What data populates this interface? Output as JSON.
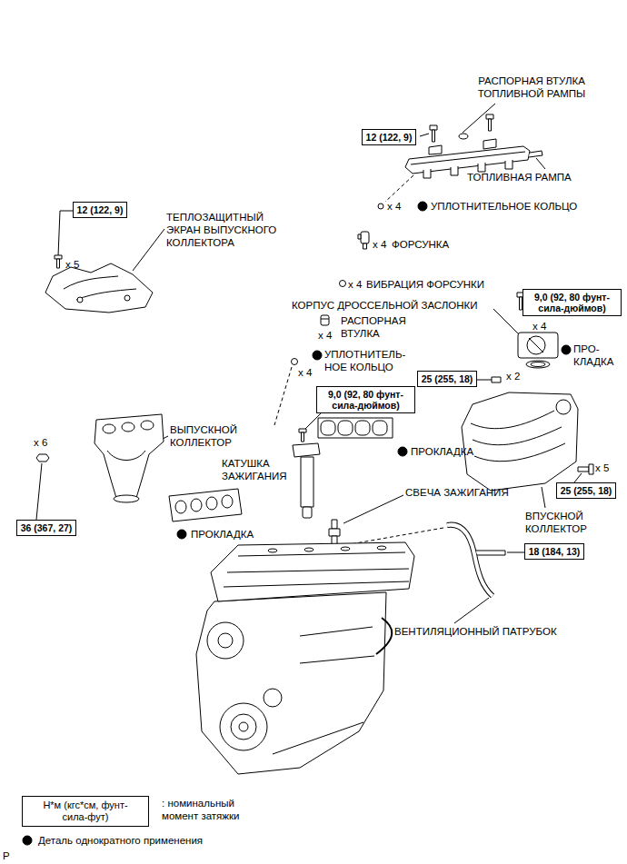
{
  "diagram": {
    "nodes": [
      {
        "text": [
          "12 (122, 9)"
        ]
      },
      {
        "text": [
          "12 (122, 9)"
        ]
      },
      {
        "text": [
          "9,0 (92, 80 фунт- сила-дюймов)"
        ]
      },
      {
        "text": [
          "25 (255, 18)"
        ]
      },
      {
        "text": [
          "9,0 (92, 80 фунт- сила-дюймов)"
        ]
      },
      {
        "text": [
          "36 (367, 27)"
        ]
      },
      {
        "text": [
          "25 (255, 18)"
        ]
      },
      {
        "text": [
          "18 (184, 13)"
        ]
      },
      {
        "text": [
          "Н*м (кгс*см, фунт-сила-фут)"
        ]
      }
    ],
    "labels": [
      "РАСПОРНАЯ ВТУЛКА ТОПЛИВНОЙ РАМПЫ",
      "ТОПЛИВНАЯ РАМПА",
      "x 4",
      "УПЛОТНИТЕЛЬНОЕ КОЛЬЦО",
      "ТЕПЛОЗАЩИТНЫЙ ЭКРАН ВЫПУСКНОГО КОЛЛЕКТОРА",
      "x 4",
      "ФОРСУНКА",
      "x 5",
      "x 4",
      "ВИБРАЦИЯ ФОРСУНКИ",
      "КОРПУС ДРОССЕЛЬНОЙ ЗАСЛОНКИ",
      "x 4",
      "РАСПОРНАЯ ВТУЛКА",
      "x 4",
      "ПРО- КЛАДКА",
      "x 4",
      "УПЛОТНИТЕЛЬ- НОЕ КОЛЬЦО",
      "x 2",
      "x 6",
      "ВЫПУСКНОЙ КОЛЛЕКТОР",
      "ПРОКЛАДКА",
      "КАТУШКА ЗАЖИГАНИЯ",
      "x 5",
      "СВЕЧА ЗАЖИГАНИЯ",
      "ПРОКЛАДКА",
      "ВПУСКНОЙ КОЛЛЕКТОР",
      "ВЕНТИЛЯЦИОННЫЙ ПАТРУБОК",
      ": номинальный момент затяжки",
      "P"
    ],
    "legend": [
      {
        "text": "Деталь однократного применения"
      }
    ]
  }
}
